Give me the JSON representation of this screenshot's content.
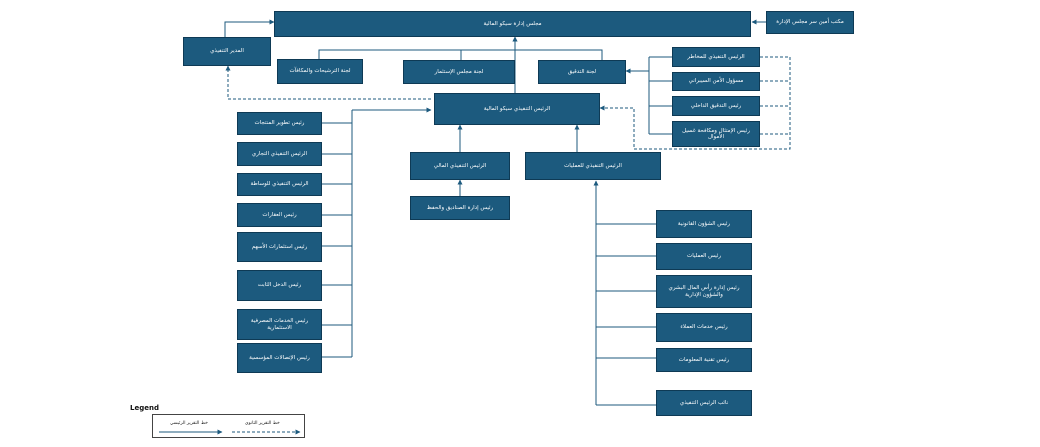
{
  "nodes": {
    "board": "مجلس إدارة سيكو المالية",
    "board_secretary": "مكتب أمين سر مجلس الإدارة",
    "ceo_advisor": "المدير التنفيذي",
    "nominations_committee": "لجنة الترشيحات والمكافآت",
    "investment_committee": "لجنة مجلس الإستثمار",
    "audit_committee": "لجنة التدقيق",
    "chief_risk": "الرئيس التنفيذي للمخاطر",
    "cyber_security": "مسؤول الأمن السيبراني",
    "internal_audit": "رئيس التدقيق الداخلي",
    "compliance": "رئيس الإمتثال ومكافحة غسيل الأموال",
    "ceo": "الرئيس التنفيذي سيكو المالية",
    "product_dev": "رئيس تطوير المنتجات",
    "commercial": "الرئيس التنفيذي التجاري",
    "brokerage": "الرئيس التنفيذي للوساطة",
    "real_estate": "رئيس العقارات",
    "equity_invest": "رئيس استثمارات الأسهم",
    "fixed_income": "رئيس الدخل الثابت",
    "private_banking": "رئيس الخدمات المصرفية الاستثمارية",
    "institutional": "رئيس الإتصالات المؤسسية",
    "cfo": "الرئيس التنفيذي المالي",
    "funds_mgmt": "رئيس إدارة الصناديق والحفظ",
    "coo": "الرئيس التنفيذي للعمليات",
    "legal": "رئيس الشؤون القانونية",
    "operations": "رئيس العمليات",
    "hr": "رئيس إدارة رأس المال البشري والشؤون الإدارية",
    "client_services": "رئيس خدمات العملاء",
    "it": "رئيس تقنية المعلومات",
    "deputy_ceo": "نائب الرئيس التنفيذي"
  },
  "legend": {
    "title": "Legend",
    "solid_label": "خط التقرير الرئيسي",
    "dashed_label": "خط التقرير الثانوي"
  },
  "colors": {
    "box": "#1c5a7e",
    "line": "#1c5a7e"
  }
}
